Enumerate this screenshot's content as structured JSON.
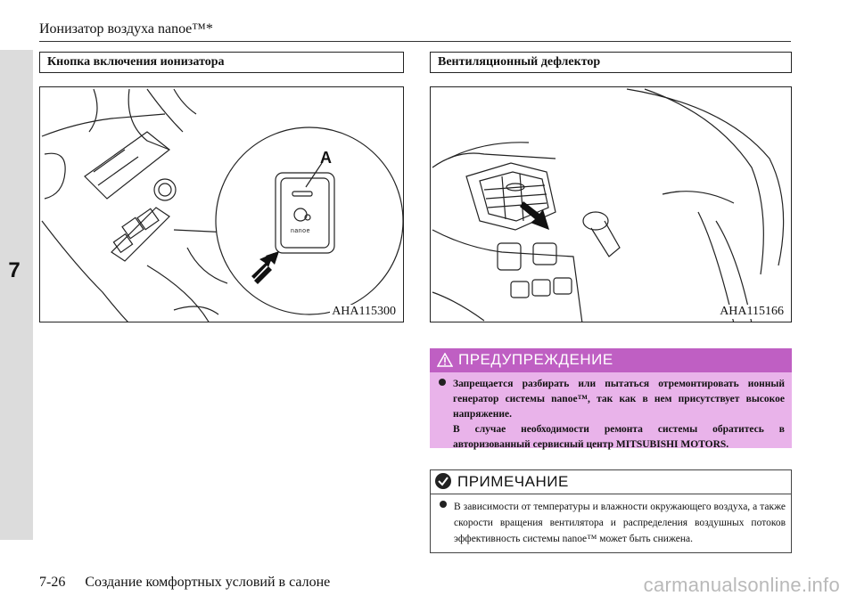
{
  "header": {
    "title": "Ионизатор воздуха nanoe™*"
  },
  "chapter_tab": {
    "number": "7"
  },
  "left_section": {
    "heading": "Кнопка включения ионизатора",
    "figure_code": "AHA115300",
    "callout_letter": "A",
    "button_text": "nanoe"
  },
  "right_section": {
    "heading": "Вентиляционный дефлектор",
    "figure_code": "AHA115166"
  },
  "warning": {
    "title": "ПРЕДУПРЕЖДЕНИЕ",
    "text1": "Запрещается разбирать или пытаться отремонтировать ионный генератор системы nanoe™, так как в нем присутствует высокое напряжение.",
    "text2": "В случае необходимости ремонта системы обратитесь в авторизованный сервисный центр MITSUBISHI MOTORS.",
    "color_bar": "#bf5fc3",
    "color_bg": "#e9b3ea"
  },
  "note": {
    "title": "ПРИМЕЧАНИЕ",
    "text": "В зависимости от температуры и влажности окружающего воздуха, а также скорости вращения вентилятора и распределения воздушных потоков эффективность системы nanoe™ может быть снижена."
  },
  "footer": {
    "page": "7-26",
    "section": "Создание комфортных условий в салоне"
  },
  "watermark": "carmanualsonline.info"
}
